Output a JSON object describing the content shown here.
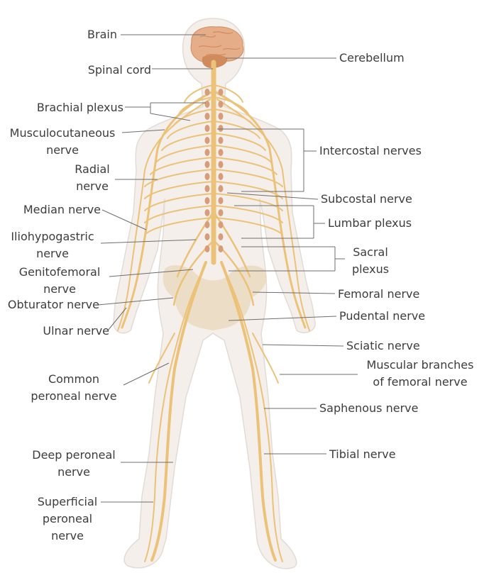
{
  "colors": {
    "body_fill": "#f4efeb",
    "body_outline": "#e2dbd6",
    "nerve": "#ecc278",
    "nerve_light": "#f1d49a",
    "brain": "#e5ad88",
    "brain_dark": "#d08b5c",
    "vertebra": "#d89c7a",
    "pelvis": "#ead9c0",
    "leader": "#6e6e6e",
    "text": "#3c3c3c"
  },
  "labels": {
    "brain": "Brain",
    "spinal_cord": "Spinal cord",
    "brachial_plexus": "Brachial plexus",
    "musculocutaneous": [
      "Musculocutaneous",
      "nerve"
    ],
    "radial": [
      "Radial",
      "nerve"
    ],
    "median": "Median nerve",
    "iliohypogastric": [
      "Iliohypogastric",
      "nerve"
    ],
    "genitofemoral": [
      "Genitofemoral",
      "nerve"
    ],
    "obturator": "Obturator nerve",
    "ulnar": "Ulnar nerve",
    "common_peroneal": [
      "Common",
      "peroneal nerve"
    ],
    "deep_peroneal": [
      "Deep peroneal",
      "nerve"
    ],
    "superficial_peroneal": [
      "Superficial",
      "peroneal",
      "nerve"
    ],
    "cerebellum": "Cerebellum",
    "intercostal": "Intercostal nerves",
    "subcostal": "Subcostal nerve",
    "lumbar_plexus": "Lumbar plexus",
    "sacral_plexus": [
      "Sacral",
      "plexus"
    ],
    "femoral": "Femoral nerve",
    "pudental": "Pudental nerve",
    "sciatic": "Sciatic nerve",
    "muscular_branches": [
      "Muscular branches",
      "of femoral nerve"
    ],
    "saphenous": "Saphenous nerve",
    "tibial": "Tibial nerve"
  }
}
